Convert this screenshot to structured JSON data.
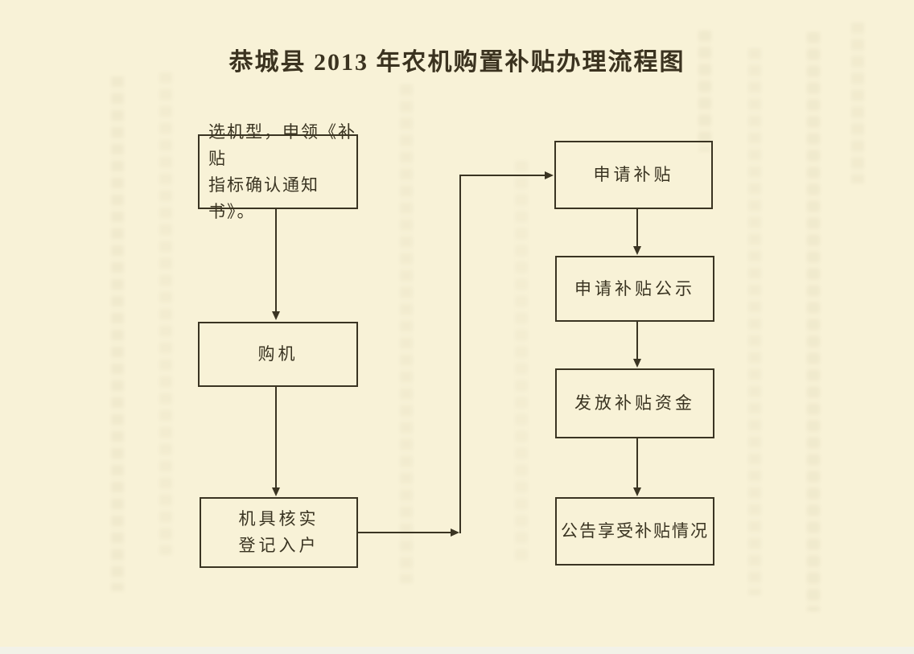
{
  "page": {
    "title": "恭城县 2013 年农机购置补贴办理流程图"
  },
  "flowchart": {
    "nodes": {
      "select_model": {
        "line1": "选机型，申领《补贴",
        "line2": "指标确认通知书》。"
      },
      "purchase": {
        "label": "购机"
      },
      "verify": {
        "line1": "机具核实",
        "line2": "登记入户"
      },
      "apply": {
        "label": "申请补贴"
      },
      "publicity": {
        "label": "申请补贴公示"
      },
      "disburse": {
        "label": "发放补贴资金"
      },
      "announce": {
        "label": "公告享受补贴情况"
      }
    },
    "edges": [
      {
        "from": "select_model",
        "to": "purchase"
      },
      {
        "from": "purchase",
        "to": "verify"
      },
      {
        "from": "verify",
        "to": "apply"
      },
      {
        "from": "apply",
        "to": "publicity"
      },
      {
        "from": "publicity",
        "to": "disburse"
      },
      {
        "from": "disburse",
        "to": "announce"
      }
    ],
    "colors": {
      "paper": "#f8f2d7",
      "ink": "#3a3422",
      "scan_edge": "#f2f2e8"
    }
  }
}
